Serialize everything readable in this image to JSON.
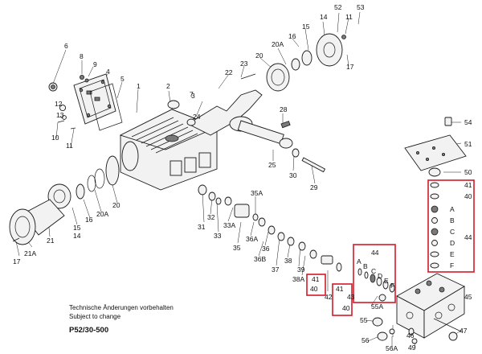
{
  "notes": {
    "line1": "Technische Änderungen vorbehalten",
    "line2": "Subject to change",
    "model": "P52/30-500"
  },
  "callouts": {
    "c1": "1",
    "c2": "2",
    "c3": "3",
    "c4": "4",
    "c5": "5",
    "c6": "6",
    "c7": "7",
    "c8": "8",
    "c9": "9",
    "c10": "10",
    "c11a": "11",
    "c11b": "11",
    "c12": "12",
    "c13": "13",
    "c14a": "14",
    "c14b": "14",
    "c15a": "15",
    "c15b": "15",
    "c16a": "16",
    "c16b": "16",
    "c17a": "17",
    "c17b": "17",
    "c20a": "20",
    "c20b": "20",
    "c20A_a": "20A",
    "c20A_b": "20A",
    "c21": "21",
    "c21A": "21A",
    "c22": "22",
    "c23": "23",
    "c24": "24",
    "c25": "25",
    "c28": "28",
    "c29": "29",
    "c30": "30",
    "c31": "31",
    "c32": "32",
    "c33": "33",
    "c33A": "33A",
    "c35": "35",
    "c35A": "35A",
    "c36": "36",
    "c36A": "36A",
    "c36B": "36B",
    "c37": "37",
    "c38": "38",
    "c38A": "38A",
    "c39": "39",
    "c40a": "40",
    "c40b": "40",
    "c40c": "40",
    "c41a": "41",
    "c41b": "41",
    "c41c": "41",
    "c42": "42",
    "c43": "43",
    "c44a": "44",
    "c44b": "44",
    "c45": "45",
    "c46": "46",
    "c47": "47",
    "c49": "49",
    "c50": "50",
    "c51": "51",
    "c52": "52",
    "c53": "53",
    "c54": "54",
    "c55": "55",
    "c55A": "55A",
    "c56": "56",
    "c56A": "56A",
    "kitA": "A",
    "kitB": "B",
    "kitC": "C",
    "kitD": "D",
    "kitE": "E",
    "kitF": "F",
    "smA": "A",
    "smB": "B",
    "smC": "C",
    "smD": "D",
    "smE": "E",
    "smF": "F"
  }
}
